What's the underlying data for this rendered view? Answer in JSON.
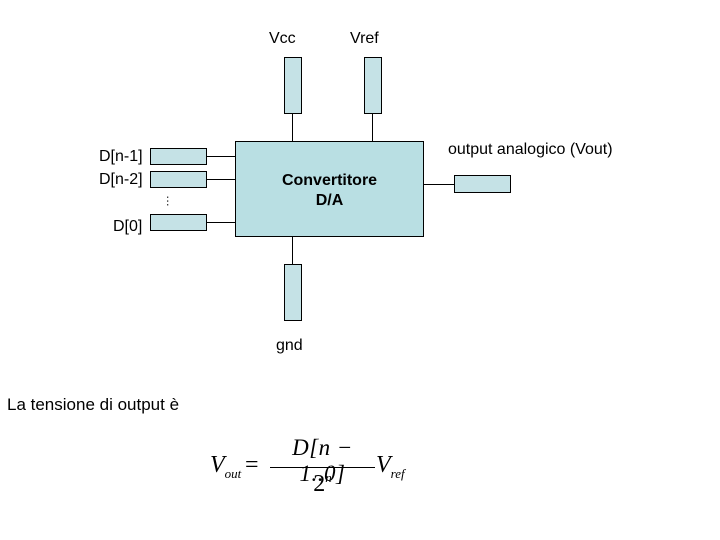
{
  "diagram": {
    "supply_labels": {
      "vcc": "Vcc",
      "vref": "Vref"
    },
    "input_labels": [
      "D[n-1]",
      "D[n-2]",
      "D[0]"
    ],
    "ellipsis": "…",
    "converter_title": "Convertitore\nD/A",
    "output_label": "output analogico (Vout)",
    "ground_label": "gnd",
    "colors": {
      "pin_fill": "#c5e2e6",
      "chip_fill": "#b9dfe3",
      "stroke": "#000000"
    }
  },
  "caption": "La tensione di output è",
  "formula": {
    "lhs_var": "V",
    "lhs_sub": "out",
    "equals": "=",
    "numerator": "D[n − 1..0]",
    "denominator_base": "2",
    "denominator_exp": "n",
    "rhs_var": "V",
    "rhs_sub": "ref"
  }
}
